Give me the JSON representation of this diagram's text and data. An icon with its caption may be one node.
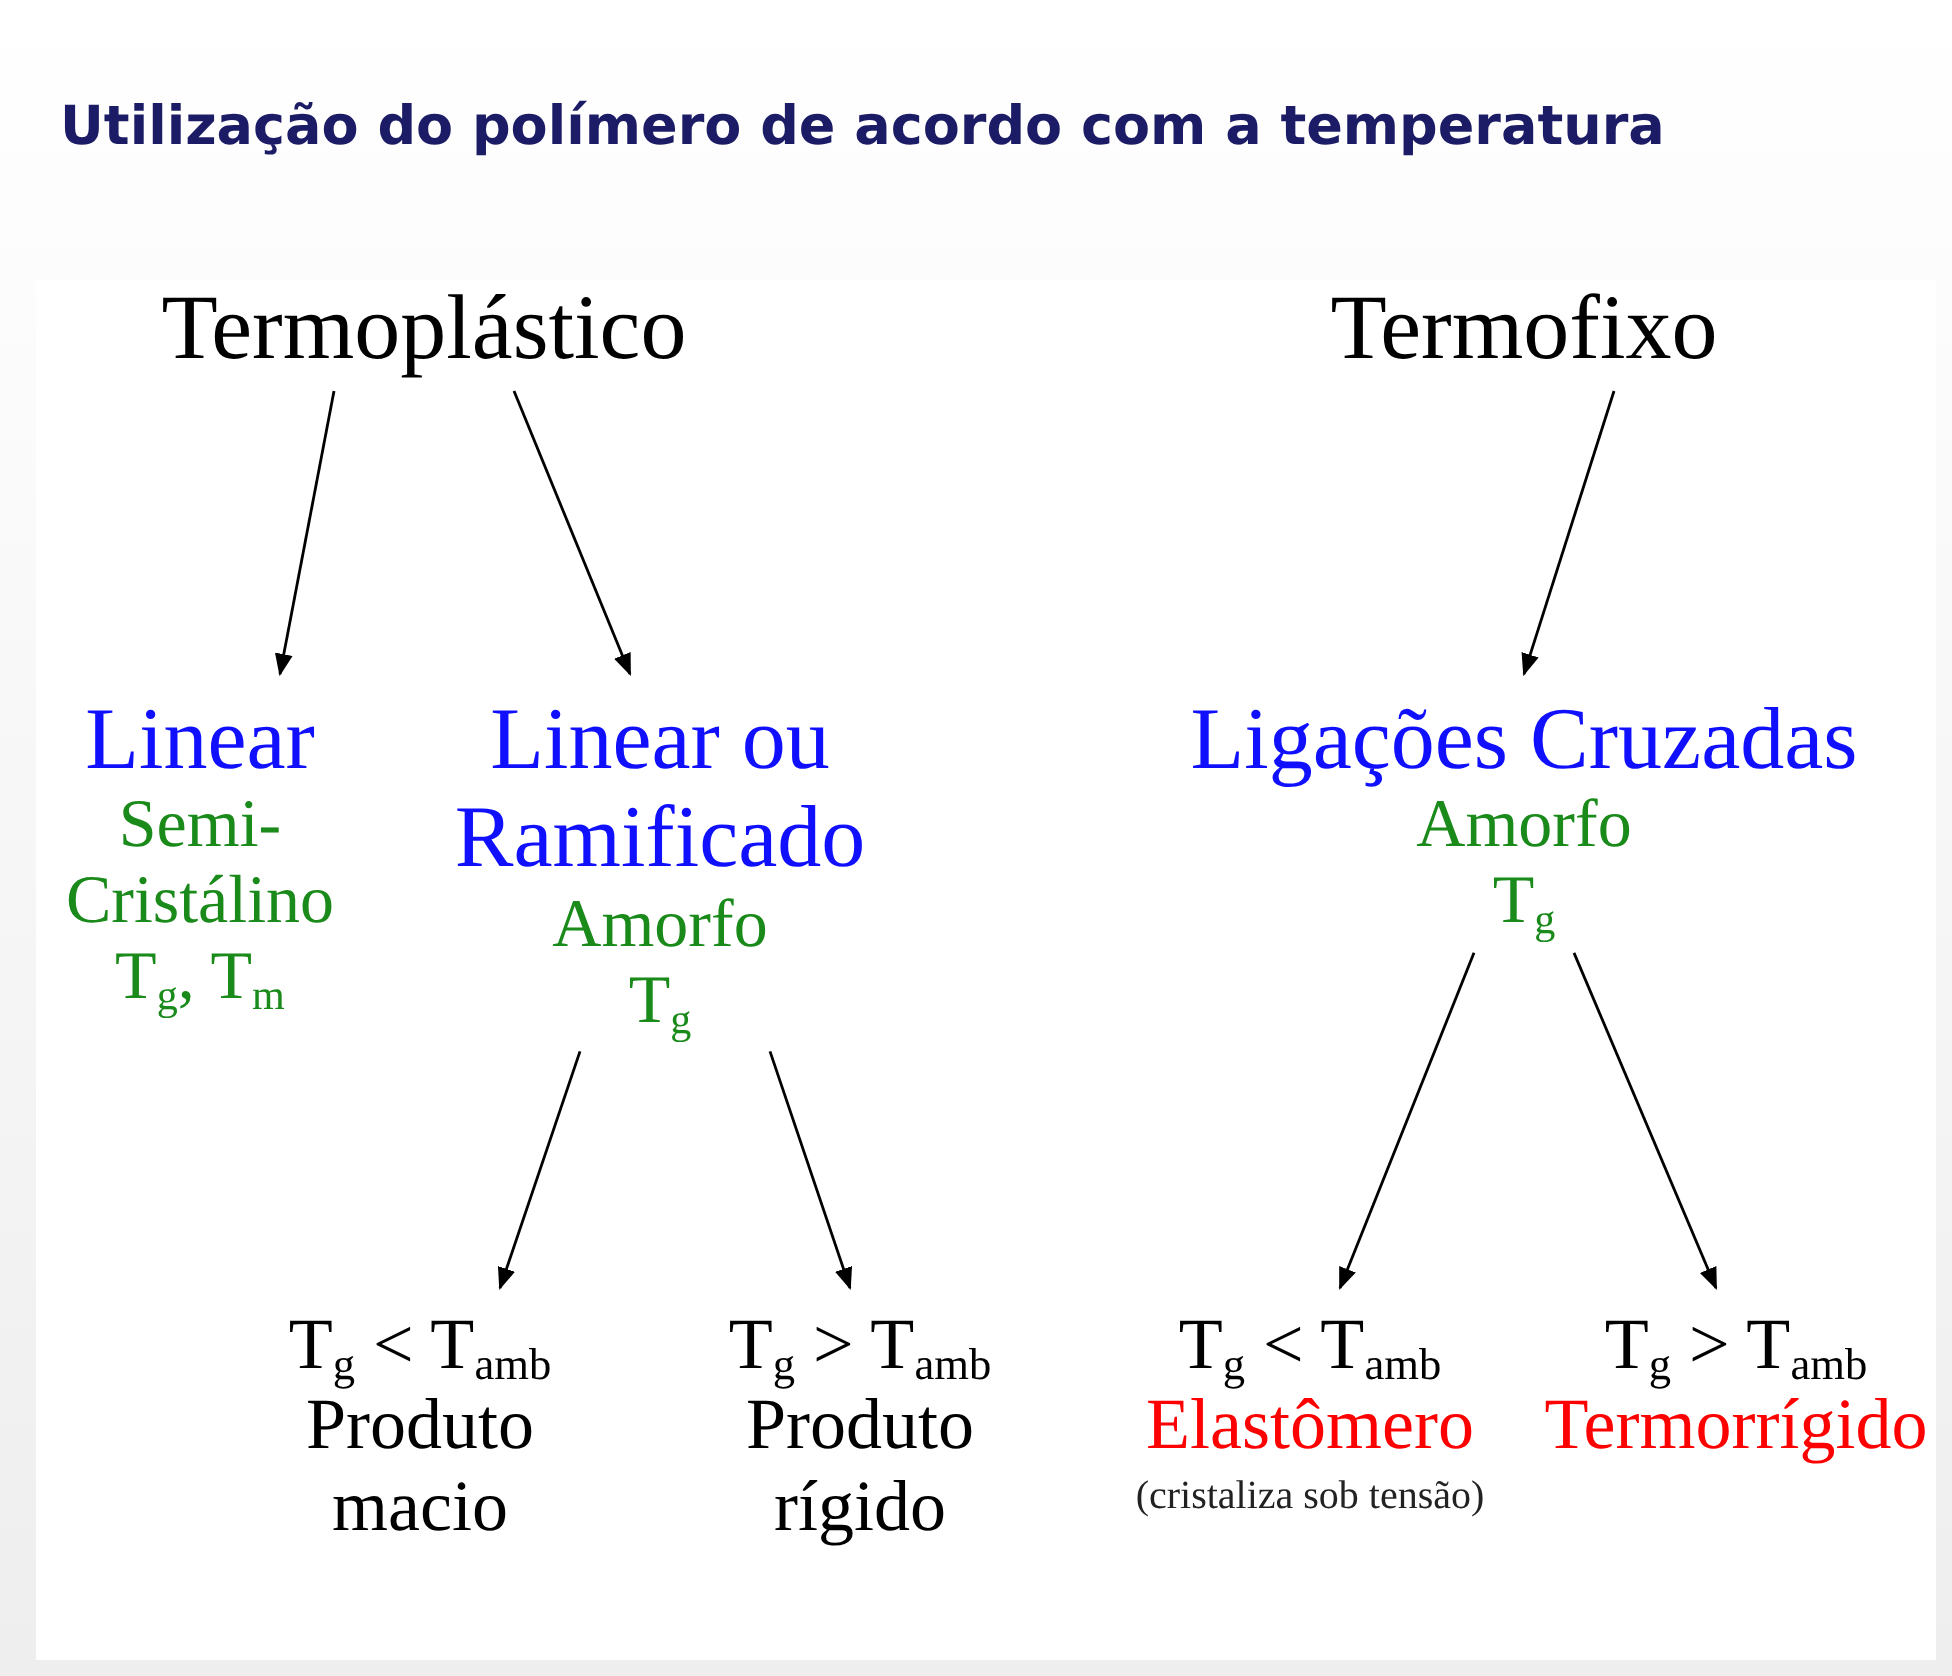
{
  "diagram": {
    "title": "Utilização do polímero de acordo com a temperatura",
    "nodes": [
      {
        "text": [
          "Termoplástico"
        ]
      },
      {
        "text": [
          "Termofixo"
        ]
      },
      {
        "text": [
          "Linear",
          "Semi-Cristálino",
          "T$_{g}$, T$_{m}$"
        ]
      },
      {
        "text": [
          "Linear ou Ramificado",
          "Amorfo",
          "T$_{g}$"
        ]
      },
      {
        "text": [
          "Ligações Cruzadas",
          "Amorfo",
          "T$_{g}$"
        ]
      },
      {
        "text": [
          "T$_{g}$ < T$_{amb}$",
          "Produto macio"
        ]
      },
      {
        "text": [
          "T$_{g}$ > T$_{amb}$",
          "Produto rígido"
        ]
      },
      {
        "text": [
          "T$_{g}$ < T$_{amb}$",
          "Elastômero"
        ],
        "beside": [
          "(cristaliza sob tensão)"
        ]
      },
      {
        "text": [
          "T$_{g}$ > T$_{amb}$",
          "Termorrígido"
        ]
      }
    ],
    "edges": [
      {
        "from": 0,
        "to": 2,
        "arrow": "to"
      },
      {
        "from": 0,
        "to": 3,
        "arrow": "to"
      },
      {
        "from": 1,
        "to": 4,
        "arrow": "to"
      },
      {
        "from": 3,
        "to": 5,
        "arrow": "to"
      },
      {
        "from": 3,
        "to": 6,
        "arrow": "to"
      },
      {
        "from": 4,
        "to": 7,
        "arrow": "to"
      },
      {
        "from": 4,
        "to": 8,
        "arrow": "to"
      }
    ]
  }
}
